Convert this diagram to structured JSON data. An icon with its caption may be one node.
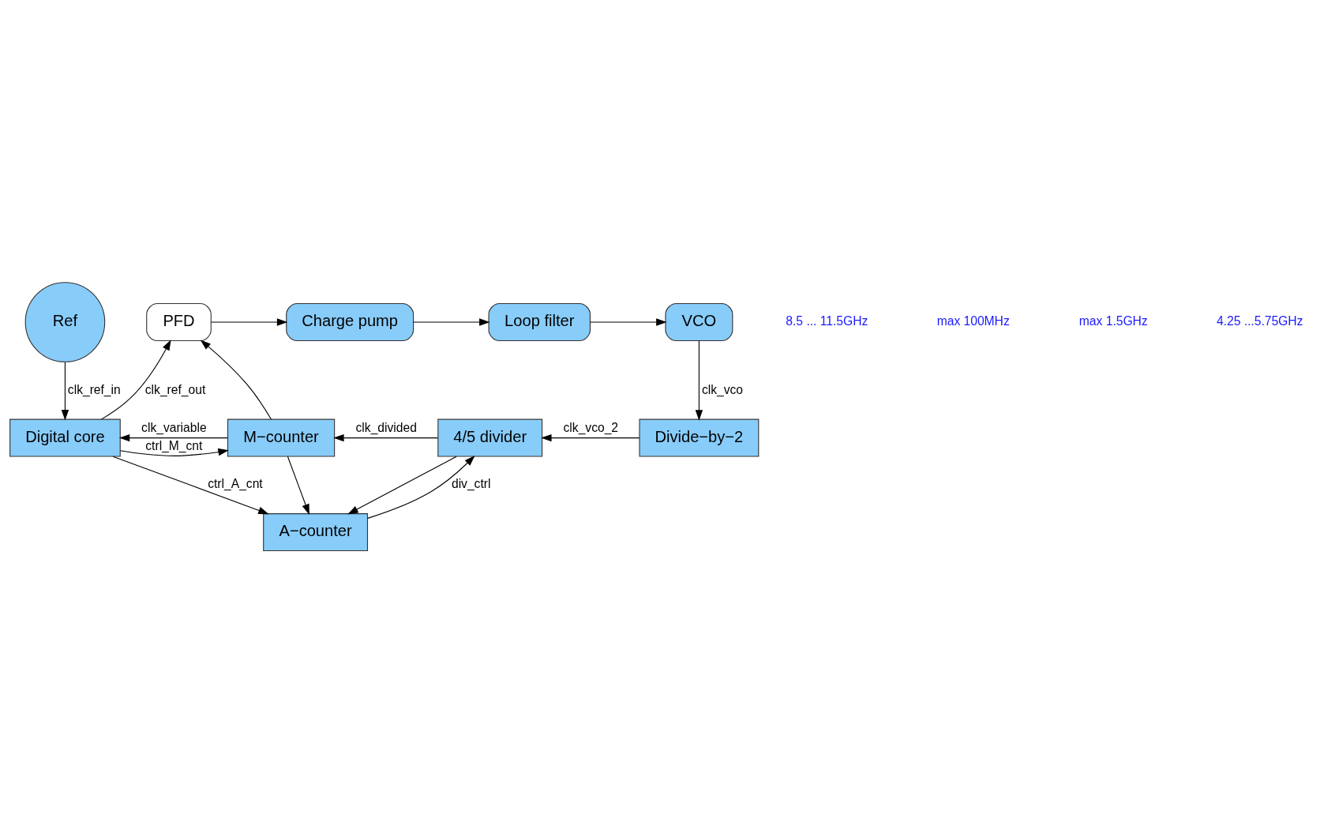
{
  "diagram": {
    "nodes": [
      {
        "text": [
          "Ref"
        ]
      },
      {
        "text": [
          "PFD"
        ]
      },
      {
        "text": [
          "Charge pump"
        ]
      },
      {
        "text": [
          "Loop filter"
        ]
      },
      {
        "text": [
          "VCO"
        ]
      },
      {
        "text": [
          "Divide−by−2"
        ]
      },
      {
        "text": [
          "4/5 divider"
        ]
      },
      {
        "text": [
          "M−counter"
        ]
      },
      {
        "text": [
          "A−counter"
        ]
      },
      {
        "text": [
          "Digital core"
        ]
      }
    ],
    "edges": [
      {
        "from": 0,
        "to": 9,
        "arrow": "to",
        "label": "clk_ref_in"
      },
      {
        "from": 9,
        "to": 1,
        "arrow": "to",
        "label": "clk_ref_out"
      },
      {
        "from": 1,
        "to": 2,
        "arrow": "to"
      },
      {
        "from": 2,
        "to": 3,
        "arrow": "to"
      },
      {
        "from": 3,
        "to": 4,
        "arrow": "to"
      },
      {
        "from": 4,
        "to": 5,
        "arrow": "to",
        "label": "clk_vco"
      },
      {
        "from": 5,
        "to": 6,
        "arrow": "to",
        "label": "clk_vco_2"
      },
      {
        "from": 6,
        "to": 7,
        "arrow": "to",
        "label": "clk_divided"
      },
      {
        "from": 6,
        "to": 8,
        "arrow": "to"
      },
      {
        "from": 7,
        "to": 9,
        "arrow": "to",
        "label": "clk_variable"
      },
      {
        "from": 7,
        "to": 1,
        "arrow": "to"
      },
      {
        "from": 7,
        "to": 8,
        "arrow": "to"
      },
      {
        "from": 9,
        "to": 7,
        "arrow": "to",
        "label": "ctrl_M_cnt"
      },
      {
        "from": 9,
        "to": 8,
        "arrow": "to",
        "label": "ctrl_A_cnt"
      },
      {
        "from": 8,
        "to": 6,
        "arrow": "to",
        "label": "div_ctrl"
      }
    ],
    "labels": [
      "8.5 ... 11.5GHz",
      "max 100MHz",
      "max 1.5GHz",
      "4.25 ...5.75GHz"
    ]
  }
}
